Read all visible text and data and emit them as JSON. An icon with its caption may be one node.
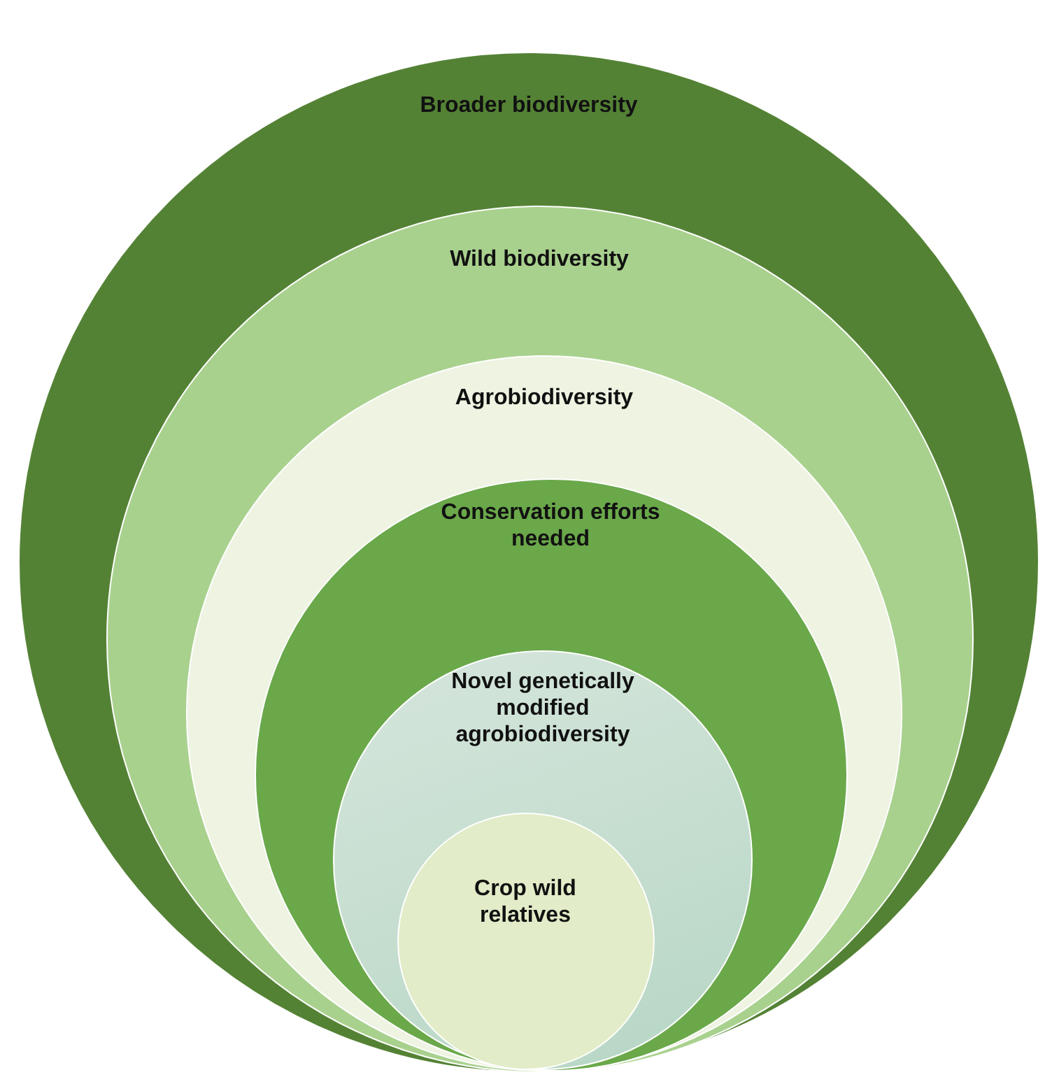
{
  "diagram": {
    "nodes": [
      {
        "text": [
          "Broader biodiversity"
        ]
      },
      {
        "text": [
          "Wild biodiversity"
        ],
        "in": 0
      },
      {
        "text": [
          "Agrobiodiversity"
        ],
        "in": 1
      },
      {
        "text": [
          "Conservation efforts needed"
        ],
        "in": 2
      },
      {
        "text": [
          "Novel genetically modified agrobiodiversity"
        ],
        "in": 3
      },
      {
        "text": [
          "Crop wild relatives"
        ],
        "in": 4
      }
    ]
  }
}
